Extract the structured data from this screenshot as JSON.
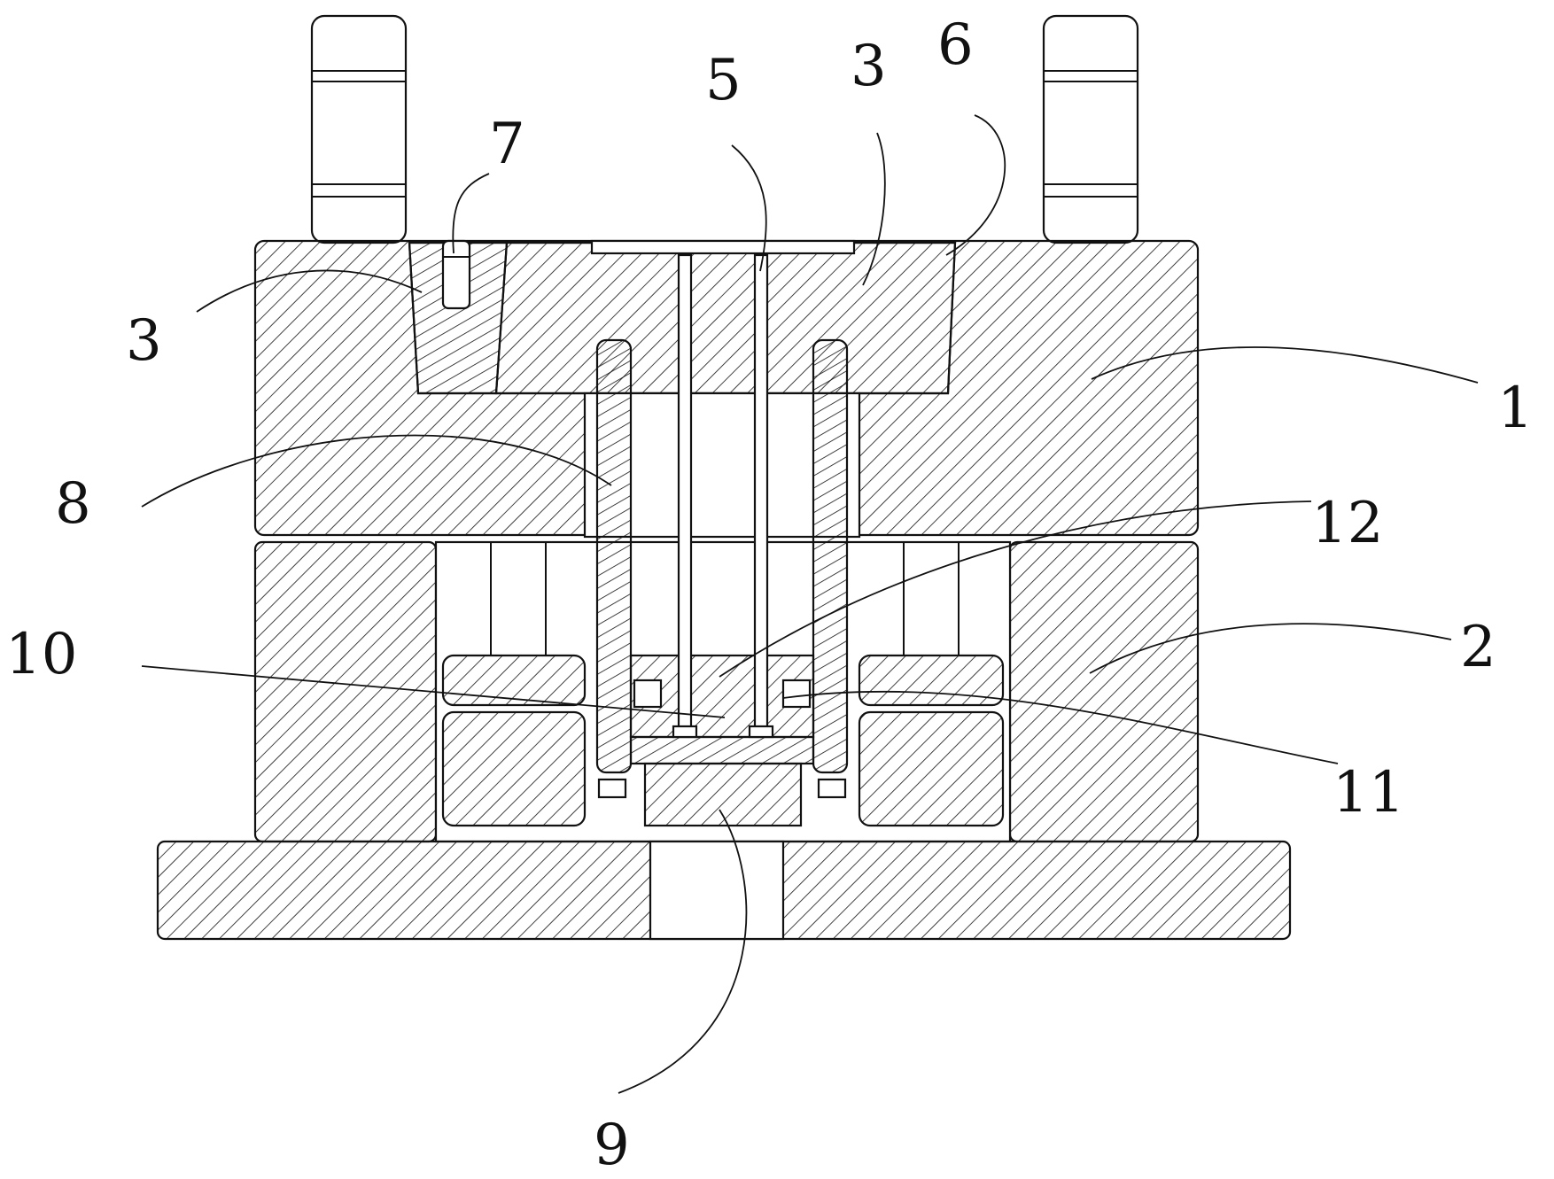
{
  "labels": {
    "l1": "1",
    "l2": "2",
    "l3a": "3",
    "l3b": "3",
    "l5": "5",
    "l6": "6",
    "l7": "7",
    "l8": "8",
    "l9": "9",
    "l10": "10",
    "l11": "11",
    "l12": "12"
  },
  "colors": {
    "line": "#111111",
    "background": "#ffffff",
    "hatch": "#111111"
  }
}
